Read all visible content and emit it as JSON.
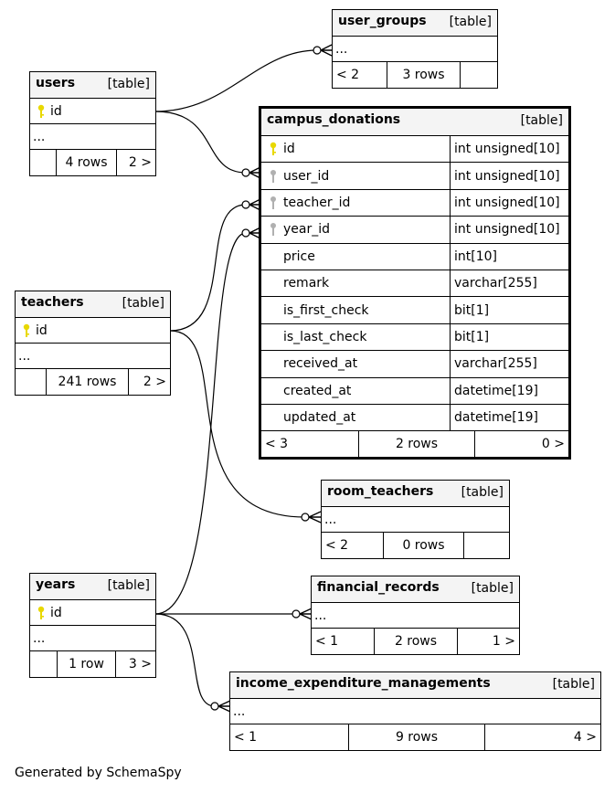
{
  "tables": {
    "user_groups": {
      "name": "user_groups",
      "kind": "[table]",
      "more": "...",
      "footer": [
        "< 2",
        "3 rows",
        ""
      ]
    },
    "users": {
      "name": "users",
      "kind": "[table]",
      "pk": "id",
      "more": "...",
      "footer": [
        "",
        "4 rows",
        "2 >"
      ]
    },
    "campus_donations": {
      "name": "campus_donations",
      "kind": "[table]",
      "columns": [
        {
          "name": "id",
          "type": "int unsigned[10]",
          "key": "primary"
        },
        {
          "name": "user_id",
          "type": "int unsigned[10]",
          "key": "foreign"
        },
        {
          "name": "teacher_id",
          "type": "int unsigned[10]",
          "key": "foreign"
        },
        {
          "name": "year_id",
          "type": "int unsigned[10]",
          "key": "foreign"
        },
        {
          "name": "price",
          "type": "int[10]",
          "key": "none"
        },
        {
          "name": "remark",
          "type": "varchar[255]",
          "key": "none"
        },
        {
          "name": "is_first_check",
          "type": "bit[1]",
          "key": "none"
        },
        {
          "name": "is_last_check",
          "type": "bit[1]",
          "key": "none"
        },
        {
          "name": "received_at",
          "type": "varchar[255]",
          "key": "none"
        },
        {
          "name": "created_at",
          "type": "datetime[19]",
          "key": "none"
        },
        {
          "name": "updated_at",
          "type": "datetime[19]",
          "key": "none"
        }
      ],
      "footer": [
        "< 3",
        "2 rows",
        "0 >"
      ]
    },
    "teachers": {
      "name": "teachers",
      "kind": "[table]",
      "pk": "id",
      "more": "...",
      "footer": [
        "",
        "241 rows",
        "2 >"
      ]
    },
    "room_teachers": {
      "name": "room_teachers",
      "kind": "[table]",
      "more": "...",
      "footer": [
        "< 2",
        "0 rows",
        ""
      ]
    },
    "years": {
      "name": "years",
      "kind": "[table]",
      "pk": "id",
      "more": "...",
      "footer": [
        "",
        "1 row",
        "3 >"
      ]
    },
    "financial_records": {
      "name": "financial_records",
      "kind": "[table]",
      "more": "...",
      "footer": [
        "< 1",
        "2 rows",
        "1 >"
      ]
    },
    "income_expenditure_managements": {
      "name": "income_expenditure_managements",
      "kind": "[table]",
      "more": "...",
      "footer": [
        "< 1",
        "9 rows",
        "4 >"
      ]
    }
  },
  "colors": {
    "primary_key": "#e8d800",
    "foreign_key": "#b0b0b0",
    "header_bg": "#f4f4f4",
    "line": "#000000"
  },
  "icons": {
    "primary_key": "key-icon",
    "foreign_key": "foreign-key-icon"
  },
  "caption": "Generated by SchemaSpy"
}
